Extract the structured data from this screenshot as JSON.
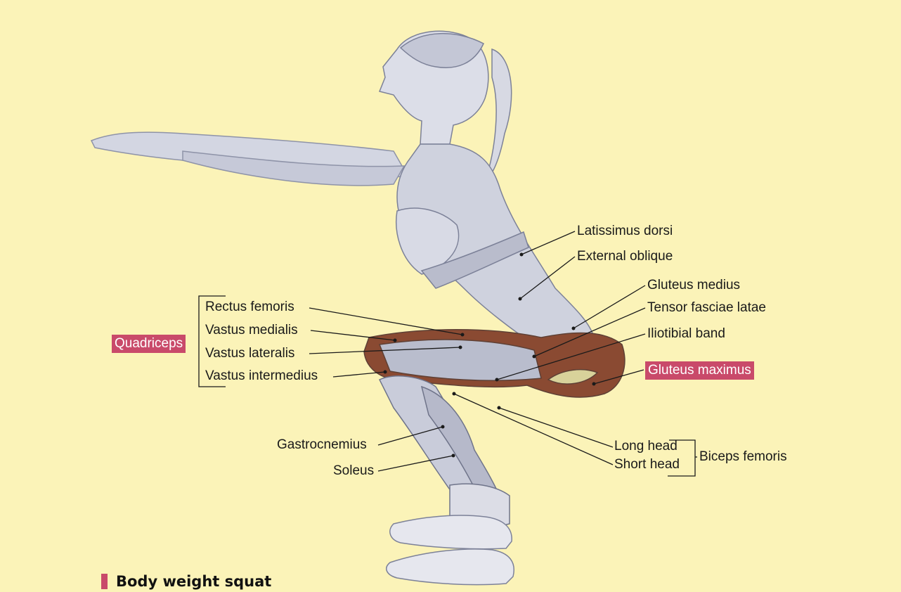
{
  "title": "Body weight squat",
  "colors": {
    "background": "#fbf3b8",
    "highlight": "#c94a6a",
    "muscle_active": "#8a4a32",
    "body": "#c9ccd9"
  },
  "groups": {
    "quadriceps": "Quadriceps",
    "gluteus_maximus": "Gluteus maximus",
    "biceps_femoris": "Biceps femoris"
  },
  "labels": {
    "latissimus_dorsi": "Latissimus dorsi",
    "external_oblique": "External oblique",
    "gluteus_medius": "Gluteus medius",
    "tensor_fasciae_latae": "Tensor fasciae latae",
    "iliotibial_band": "Iliotibial band",
    "rectus_femoris": "Rectus femoris",
    "vastus_medialis": "Vastus medialis",
    "vastus_lateralis": "Vastus lateralis",
    "vastus_intermedius": "Vastus intermedius",
    "gastrocnemius": "Gastrocnemius",
    "soleus": "Soleus",
    "long_head": "Long head",
    "short_head": "Short head"
  }
}
